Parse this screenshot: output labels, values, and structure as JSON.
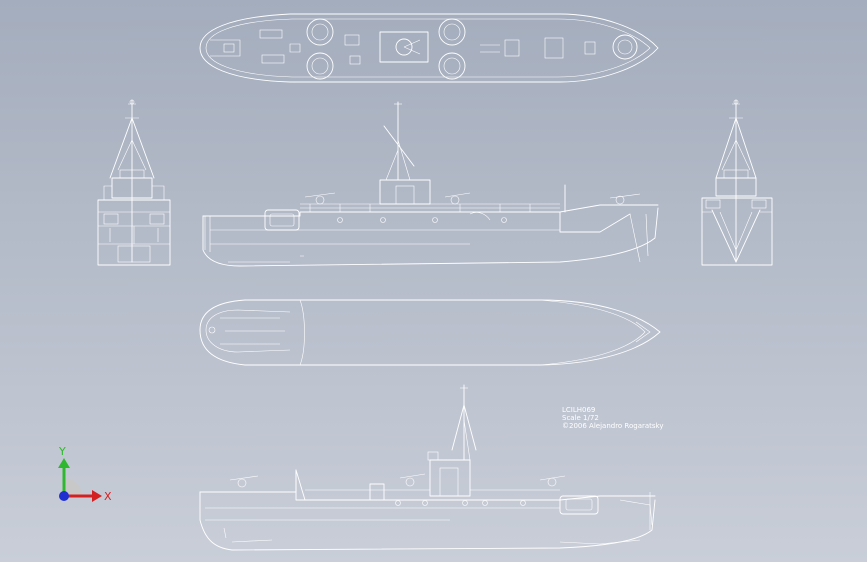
{
  "title_block": {
    "line1": "LCILH069",
    "line2": "Scale 1/72",
    "line3": "©2006 Alejandro Rogaratsky"
  },
  "triad": {
    "y_label": "Y",
    "x_label": "X",
    "y_color": "#2fb82f",
    "x_color": "#d42020",
    "z_color": "#1f2fd0",
    "origin_color": "#6b6b6b"
  },
  "colors": {
    "background_top": "#a4adbd",
    "background_bottom": "#c9ced8",
    "line": "#ffffff"
  }
}
